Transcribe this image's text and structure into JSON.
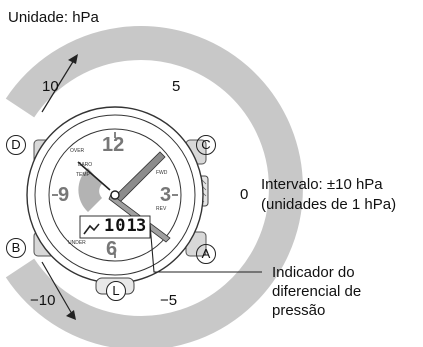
{
  "unit_title": "Unidade: hPa",
  "scale_labels": {
    "top_left": "10",
    "top_right": "5",
    "right": "0",
    "bottom_left": "−10",
    "bottom_right": "−5"
  },
  "interval_label": {
    "line1": "Intervalo: ±10 hPa",
    "line2": "(unidades de 1 hPa)"
  },
  "indicator_label": {
    "line1": "Indicador do",
    "line2": "diferencial de",
    "line3": "pressão"
  },
  "buttons": {
    "a": "A",
    "b": "B",
    "c": "C",
    "d": "D",
    "l": "L"
  },
  "watch": {
    "hour_12": "12",
    "hour_9": "9",
    "hour_3": "3",
    "hour_6": "6",
    "lcd_text": "101",
    "lcd_digit": "3",
    "baro": "BARO",
    "temp": "TEMP",
    "over": "OVER",
    "fwd": "FWD",
    "rev": "REV",
    "under": "UNDER"
  },
  "colors": {
    "arc": "#c8c8c8",
    "watch_line": "#333333",
    "hand": "#8c8c8c"
  }
}
